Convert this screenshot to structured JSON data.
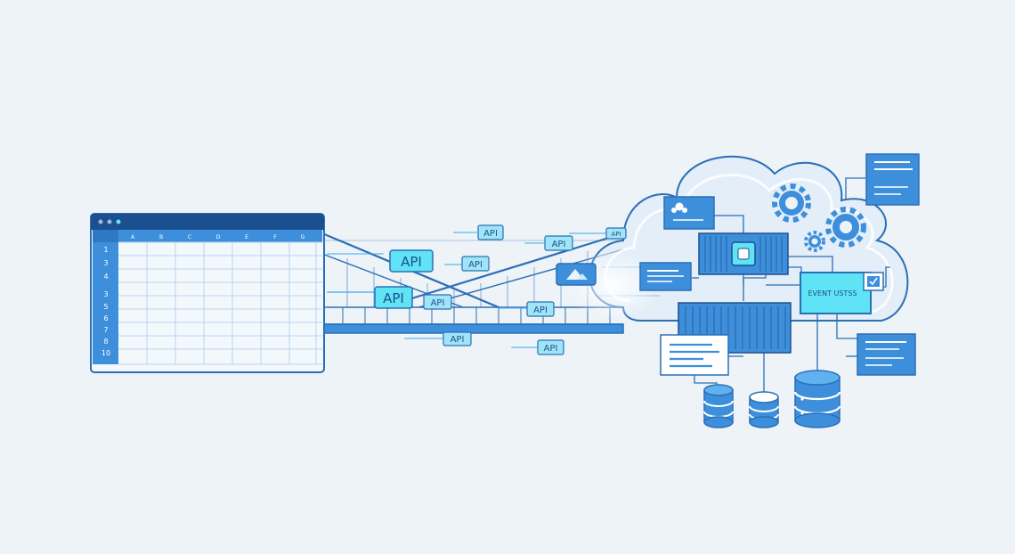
{
  "spreadsheet": {
    "column_headers": [
      "A",
      "B",
      "C",
      "D",
      "E",
      "F",
      "G"
    ],
    "row_numbers": [
      "1",
      "3",
      "4",
      "3",
      "5",
      "6",
      "7",
      "8",
      "10"
    ]
  },
  "api_tags": [
    "API",
    "API",
    "API",
    "API",
    "API",
    "API",
    "API",
    "API",
    "API",
    "API"
  ],
  "event_bus_label": "EVENT USTSS",
  "colors": {
    "background": "#eef3f8",
    "outline": "#2b6fb6",
    "primary_blue": "#3d8fdc",
    "light_blue": "#cfe6fb",
    "cyan": "#5fe3f5",
    "navy": "#1c4f8f"
  }
}
